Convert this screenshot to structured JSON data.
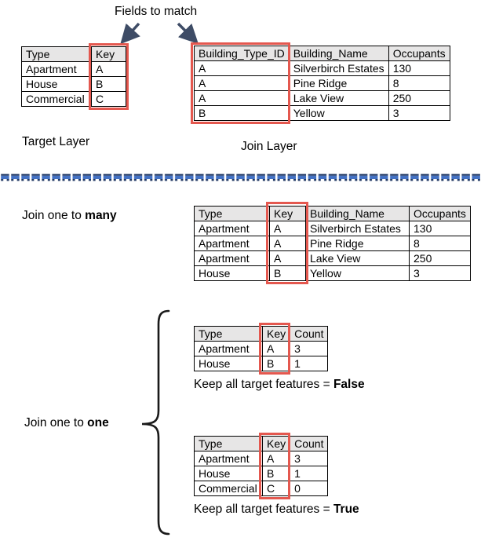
{
  "title": "Fields to match",
  "labels": {
    "target_layer": "Target Layer",
    "join_layer": "Join Layer",
    "join_one_to_many_prefix": "Join one to ",
    "join_one_to_many_bold": "many",
    "join_one_to_one_prefix": "Join one to ",
    "join_one_to_one_bold": "one",
    "keep_false_prefix": "Keep all target features = ",
    "keep_false_bold": "False",
    "keep_true_prefix": "Keep all target features = ",
    "keep_true_bold": "True"
  },
  "colors": {
    "highlight_red": "#e4584f",
    "header_gray": "#e7e6e6",
    "divider_blue": "#4472c4",
    "divider_navy": "#203864",
    "arrow_navy": "#3e4c66"
  },
  "tables": {
    "target": {
      "headers": [
        "Type",
        "Key"
      ],
      "rows": [
        [
          "Apartment",
          "A"
        ],
        [
          "House",
          "B"
        ],
        [
          "Commercial",
          "C"
        ]
      ]
    },
    "join": {
      "headers": [
        "Building_Type_ID",
        "Building_Name",
        "Occupants"
      ],
      "rows": [
        [
          "A",
          "Silverbirch Estates",
          "130"
        ],
        [
          "A",
          "Pine Ridge",
          "8"
        ],
        [
          "A",
          "Lake View",
          "250"
        ],
        [
          "B",
          "Yellow",
          "3"
        ]
      ]
    },
    "one_to_many": {
      "headers": [
        "Type",
        "Key",
        "Building_Name",
        "Occupants"
      ],
      "rows": [
        [
          "Apartment",
          "A",
          "Silverbirch Estates",
          "130"
        ],
        [
          "Apartment",
          "A",
          "Pine Ridge",
          "8"
        ],
        [
          "Apartment",
          "A",
          "Lake View",
          "250"
        ],
        [
          "House",
          "B",
          "Yellow",
          "3"
        ]
      ]
    },
    "one_to_one_false": {
      "headers": [
        "Type",
        "Key",
        "Count"
      ],
      "rows": [
        [
          "Apartment",
          "A",
          "3"
        ],
        [
          "House",
          "B",
          "1"
        ]
      ]
    },
    "one_to_one_true": {
      "headers": [
        "Type",
        "Key",
        "Count"
      ],
      "rows": [
        [
          "Apartment",
          "A",
          "3"
        ],
        [
          "House",
          "B",
          "1"
        ],
        [
          "Commercial",
          "C",
          "0"
        ]
      ]
    }
  }
}
